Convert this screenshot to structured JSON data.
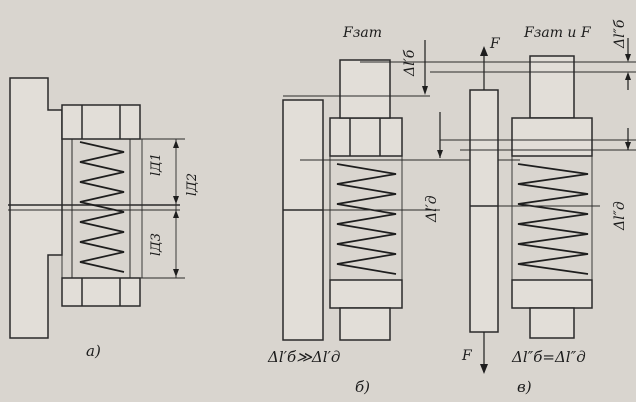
{
  "fig_a": {
    "caption": "а)",
    "dim_1": "lД1",
    "dim_2": "lД2",
    "dim_3": "lД3"
  },
  "fig_b": {
    "caption": "б)",
    "preload_label": "Fзат",
    "bolt_defl": "Δl′б",
    "part_defl": "Δl′д",
    "condition": "Δl′б≫Δl′д"
  },
  "fig_c": {
    "caption": "в)",
    "force_top": "F",
    "force_bottom": "F",
    "preload_label": "Fзат и F",
    "bolt_defl": "Δl″б",
    "part_defl": "Δl″д",
    "condition": "Δl″б=Δl″д"
  },
  "colors": {
    "ink": "#1e1e1e",
    "paper": "#d9d5cf"
  }
}
